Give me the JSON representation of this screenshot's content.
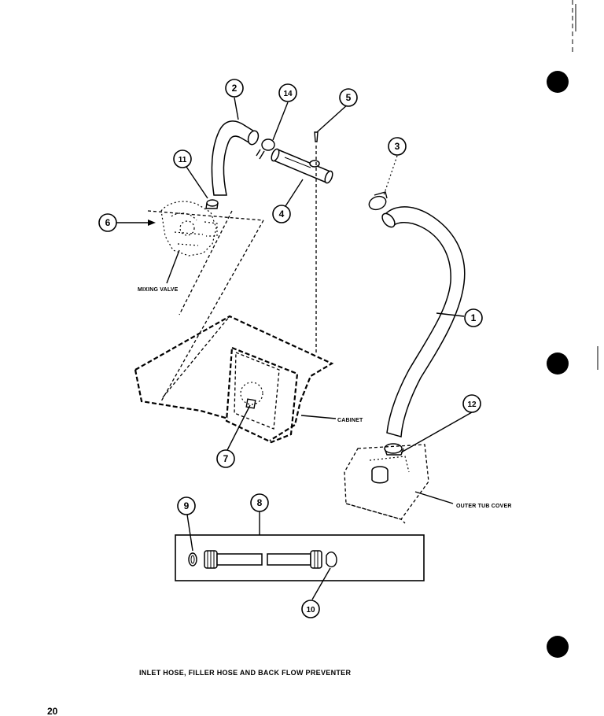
{
  "caption": "INLET HOSE, FILLER HOSE AND BACK FLOW PREVENTER",
  "page_number": "20",
  "labels": {
    "mixing_valve": "MIXING VALVE",
    "cabinet": "CABINET",
    "outer_tub_cover": "OUTER TUB COVER"
  },
  "callouts": {
    "c1": "1",
    "c2": "2",
    "c3": "3",
    "c4": "4",
    "c5": "5",
    "c6": "6",
    "c7": "7",
    "c8": "8",
    "c9": "9",
    "c10": "10",
    "c11": "11",
    "c12": "12",
    "c14": "14"
  }
}
